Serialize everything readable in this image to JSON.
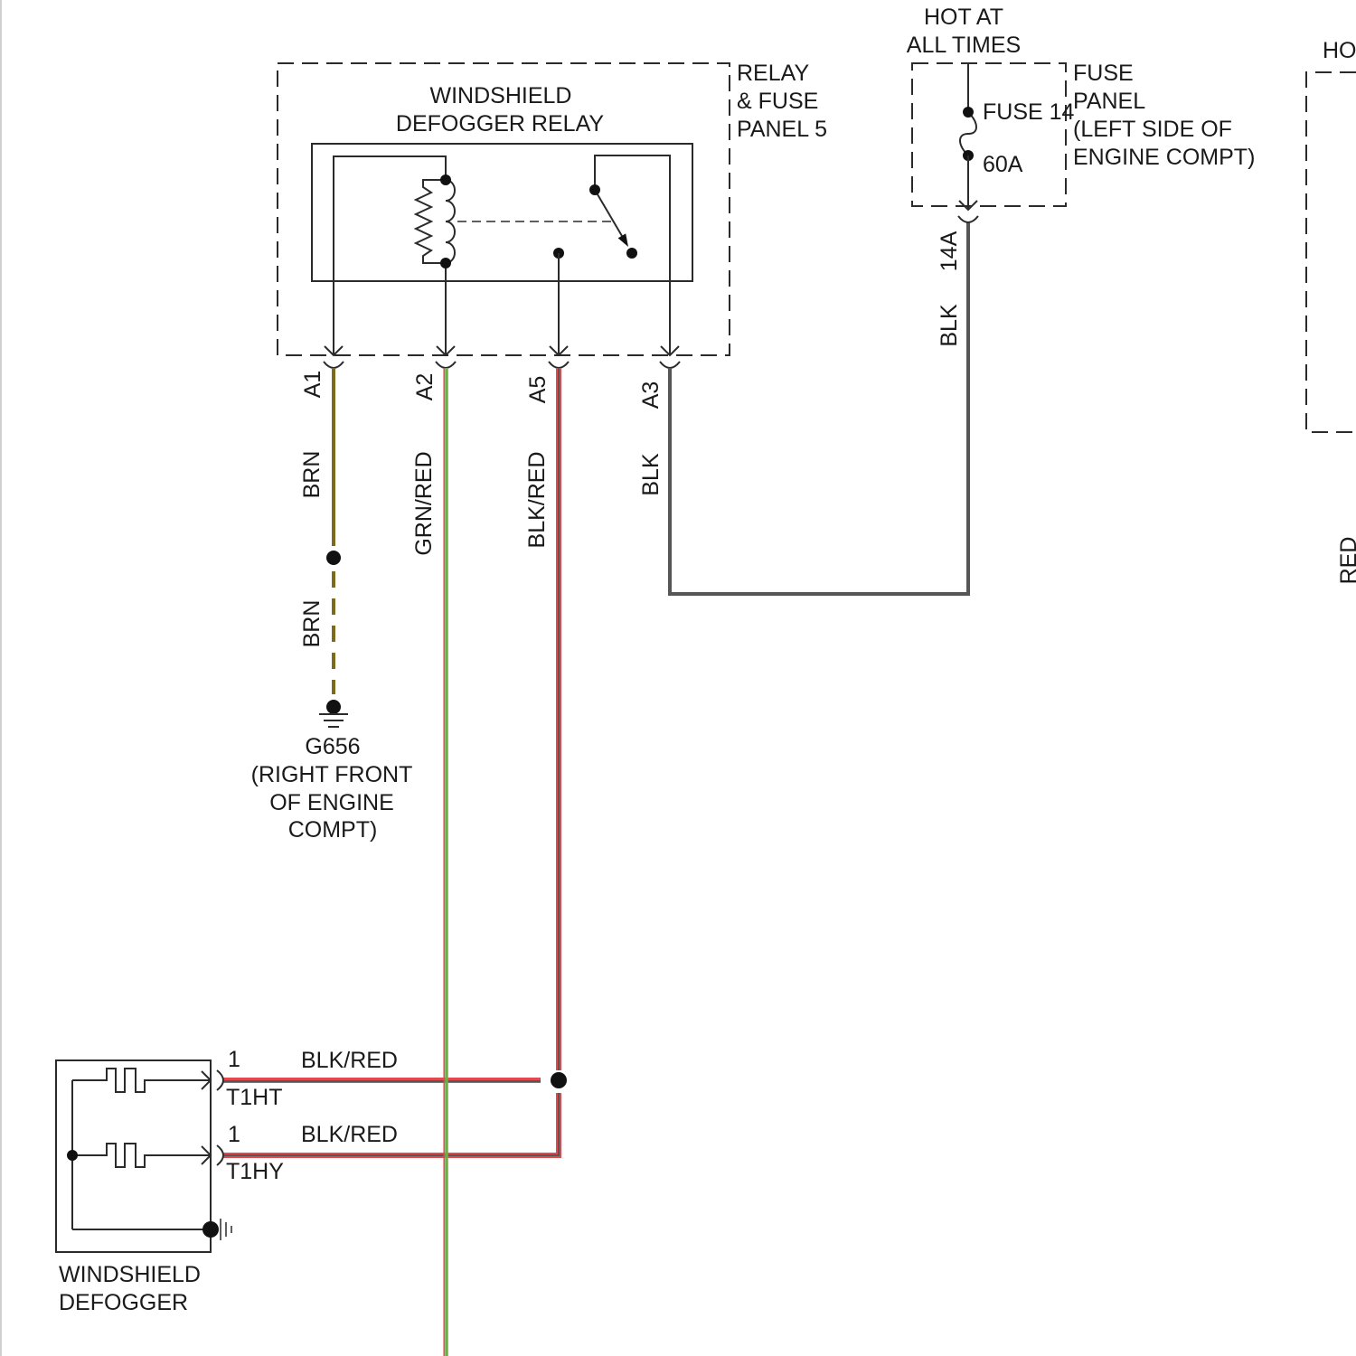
{
  "relay_panel": {
    "label_lines": [
      "RELAY",
      "& FUSE",
      "PANEL 5"
    ],
    "relay_title_lines": [
      "WINDSHIELD",
      "DEFOGGER RELAY"
    ],
    "pins": [
      {
        "id": "A1",
        "wire": "BRN"
      },
      {
        "id": "A2",
        "wire": "GRN/RED"
      },
      {
        "id": "A5",
        "wire": "BLK/RED"
      },
      {
        "id": "A3",
        "wire": "BLK"
      }
    ]
  },
  "ground": {
    "wire": "BRN",
    "label_lines": [
      "G656",
      "(RIGHT FRONT",
      "OF ENGINE",
      "COMPT)"
    ]
  },
  "fuse_panel": {
    "supply_lines": [
      "HOT AT",
      "ALL TIMES"
    ],
    "fuse_name": "FUSE 14",
    "fuse_rating": "60A",
    "label_lines": [
      "FUSE",
      "PANEL",
      "(LEFT SIDE OF",
      "ENGINE COMPT)"
    ],
    "pin": "14A",
    "wire": "BLK"
  },
  "defogger": {
    "label_lines": [
      "WINDSHIELD",
      "DEFOGGER"
    ],
    "connectors": [
      {
        "pin": "1",
        "connector": "T1HT",
        "wire": "BLK/RED"
      },
      {
        "pin": "1",
        "connector": "T1HY",
        "wire": "BLK/RED"
      }
    ]
  },
  "partial_right": {
    "supply_fragment": "HO",
    "wire_fragment": "RED"
  },
  "wire_colors": {
    "BRN": "#7d6b1d",
    "GRN": "#6fae45",
    "RED": "#e04a4f",
    "BLK": "#565656"
  }
}
